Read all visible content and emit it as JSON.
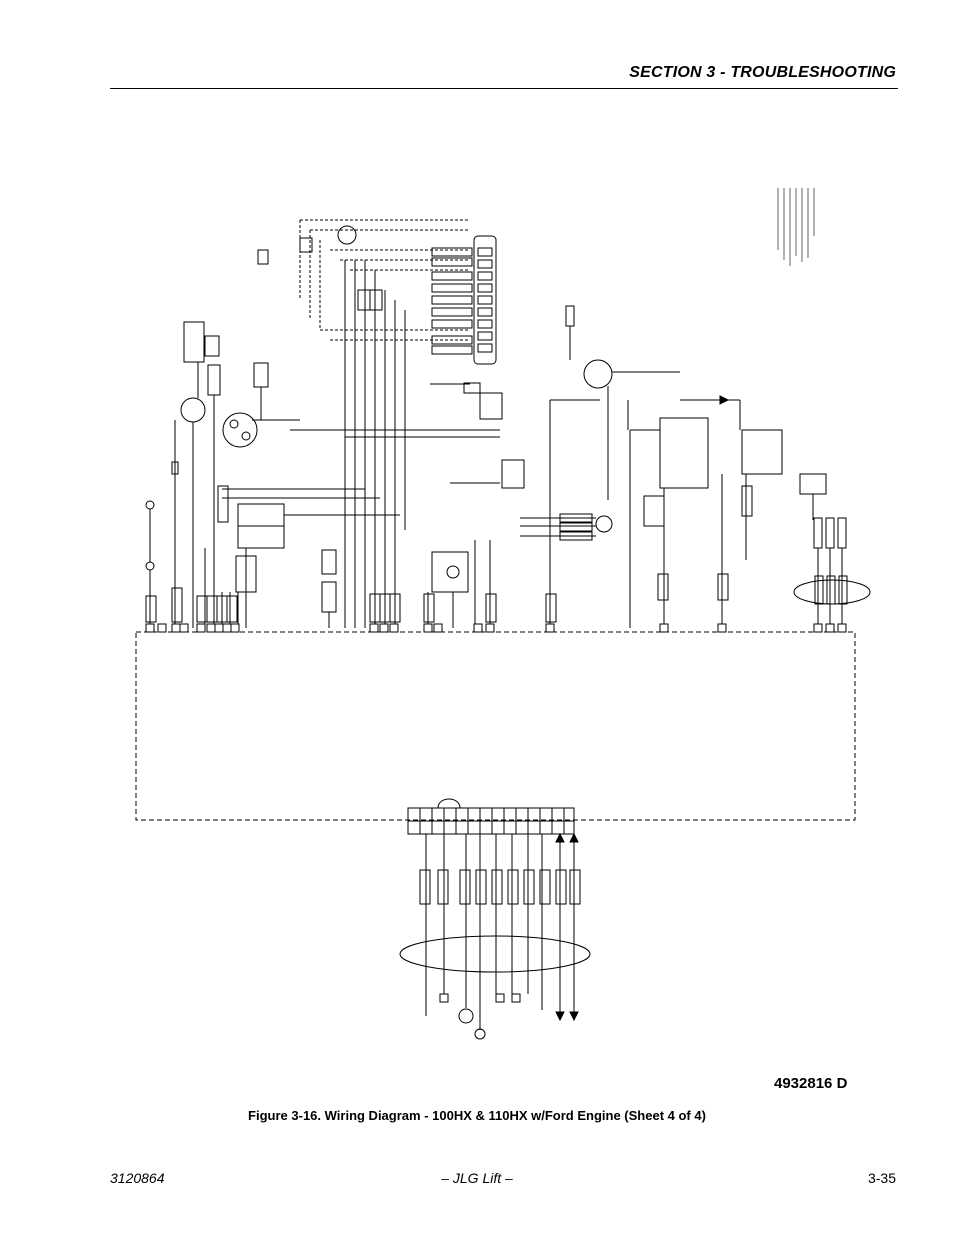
{
  "header": {
    "section_title": "SECTION 3 - TROUBLESHOOTING"
  },
  "figure": {
    "drawing_number": "4932816 D",
    "caption": "Figure 3-16.  Wiring Diagram - 100HX & 110HX w/Ford Engine (Sheet 4 of 4)"
  },
  "footer": {
    "doc_number": "3120864",
    "publisher": "– JLG Lift –",
    "page_number": "3-35"
  }
}
